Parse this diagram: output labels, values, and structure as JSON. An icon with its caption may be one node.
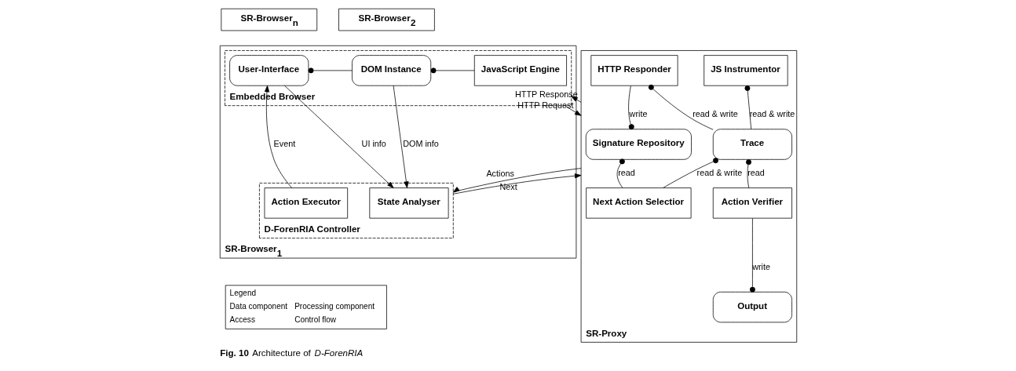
{
  "diagram": {
    "caption": "**Fig. 10** Architecture of *D-ForenRIA*",
    "nodes": [
      {
        "text": [
          "SR-Browser$_{n}$"
        ]
      },
      {
        "text": [
          "SR-Browser$_{2}$"
        ]
      },
      {
        "text": [
          "SR-Browser$_{1}$"
        ]
      },
      {
        "text": [
          "Embedded Browser"
        ],
        "in": 2
      },
      {
        "text": [
          "User-Interface"
        ],
        "in": 3
      },
      {
        "text": [
          "DOM Instance"
        ],
        "in": 3
      },
      {
        "text": [
          "JavaScript Engine"
        ],
        "in": 3
      },
      {
        "text": [
          "D-ForenRIA Controller"
        ],
        "in": 2
      },
      {
        "text": [
          "Action Executor"
        ],
        "in": 7
      },
      {
        "text": [
          "State Analyser"
        ],
        "in": 7
      },
      {
        "text": [
          "SR-Proxy"
        ]
      },
      {
        "text": [
          "HTTP Responder"
        ],
        "in": 10
      },
      {
        "text": [
          "JS Instrumentor"
        ],
        "in": 10
      },
      {
        "text": [
          "Signature Repository"
        ],
        "in": 10
      },
      {
        "text": [
          "Trace"
        ],
        "in": 10
      },
      {
        "text": [
          "Next Action Selectior"
        ],
        "in": 10
      },
      {
        "text": [
          "Action Verifier"
        ],
        "in": 10
      },
      {
        "text": [
          "Output"
        ],
        "in": 10
      }
    ],
    "edges": [
      {
        "from": 5,
        "to": 4,
        "arrow": "other"
      },
      {
        "from": 6,
        "to": 5,
        "arrow": "other"
      },
      {
        "from": 8,
        "to": 4,
        "arrow": "to",
        "label": "Event"
      },
      {
        "from": 4,
        "to": 9,
        "arrow": "to",
        "label": "UI info"
      },
      {
        "from": 5,
        "to": 9,
        "arrow": "to",
        "label": "DOM info"
      },
      {
        "from": 3,
        "to": 10,
        "arrow": "to",
        "label": "HTTP Request"
      },
      {
        "from": 10,
        "to": 3,
        "arrow": "to",
        "label": "HTTP Response"
      },
      {
        "from": 7,
        "to": 10,
        "arrow": "to",
        "label": "Next"
      },
      {
        "from": 10,
        "to": 7,
        "arrow": "to",
        "label": "Actions"
      },
      {
        "from": 11,
        "to": 13,
        "arrow": "other",
        "label": "write"
      },
      {
        "from": 14,
        "to": 11,
        "arrow": "other",
        "label": "read & write"
      },
      {
        "from": 14,
        "to": 12,
        "arrow": "other",
        "label": "read & write"
      },
      {
        "from": 15,
        "to": 13,
        "arrow": "other",
        "label": "read"
      },
      {
        "from": 15,
        "to": 14,
        "arrow": "other",
        "label": "read & write"
      },
      {
        "from": 16,
        "to": 14,
        "arrow": "other",
        "label": "read"
      },
      {
        "from": 16,
        "to": 17,
        "arrow": "other",
        "label": "write"
      }
    ],
    "labels": [
      "Legend"
    ],
    "legend": [
      {
        "text": "Data component"
      },
      {
        "text": "Processing component"
      },
      {
        "text": "Access"
      },
      {
        "text": "Control flow"
      }
    ]
  }
}
